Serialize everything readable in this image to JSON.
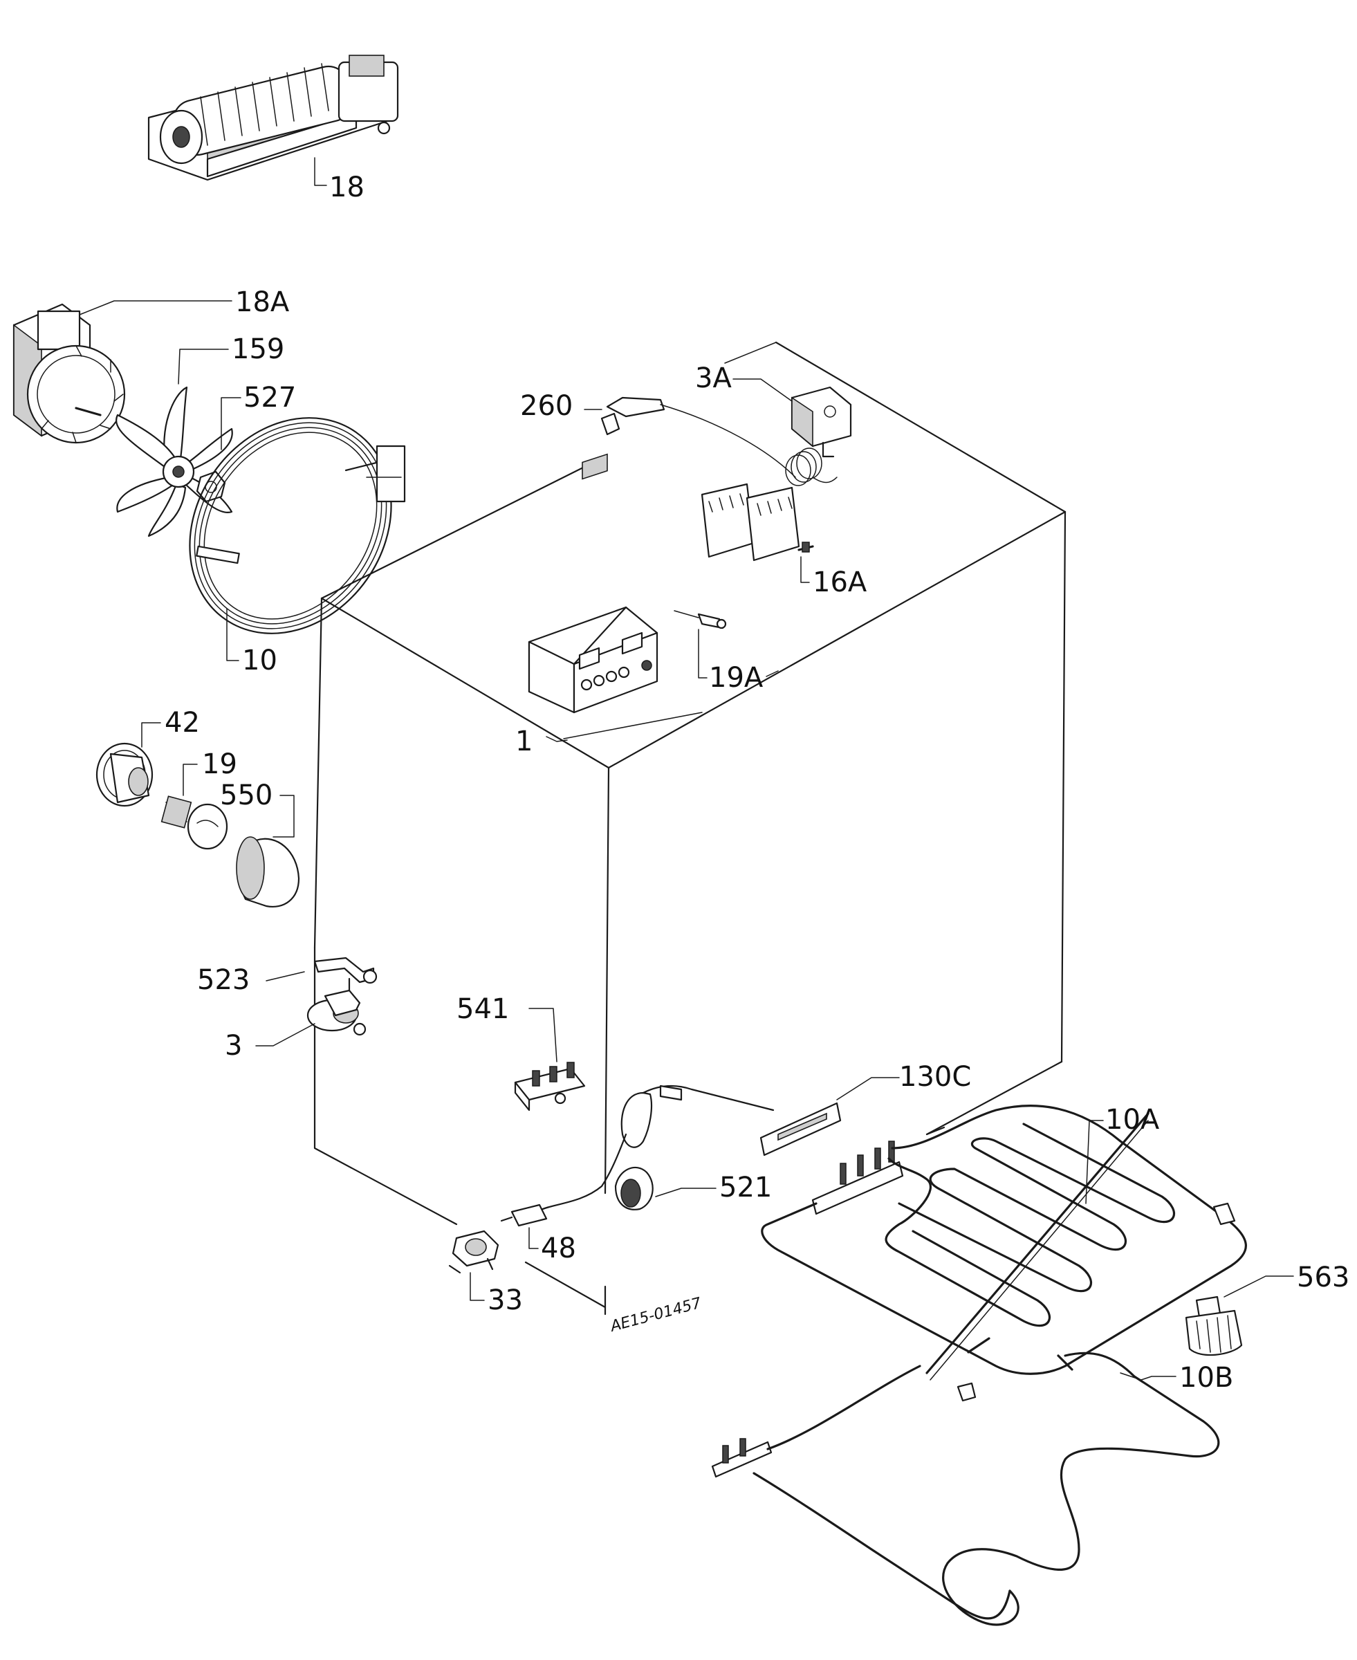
{
  "labels": {
    "p18": "18",
    "p18A": "18A",
    "p159": "159",
    "p527": "527",
    "p10": "10",
    "p260": "260",
    "p3A": "3A",
    "p16A": "16A",
    "p19A": "19A",
    "p1": "1",
    "p42": "42",
    "p19": "19",
    "p550": "550",
    "p523": "523",
    "p3": "3",
    "p541": "541",
    "p130C": "130C",
    "p10A": "10A",
    "p521": "521",
    "p48": "48",
    "p33": "33",
    "p563": "563",
    "p10B": "10B"
  },
  "drawing_code": "AE15-01457"
}
